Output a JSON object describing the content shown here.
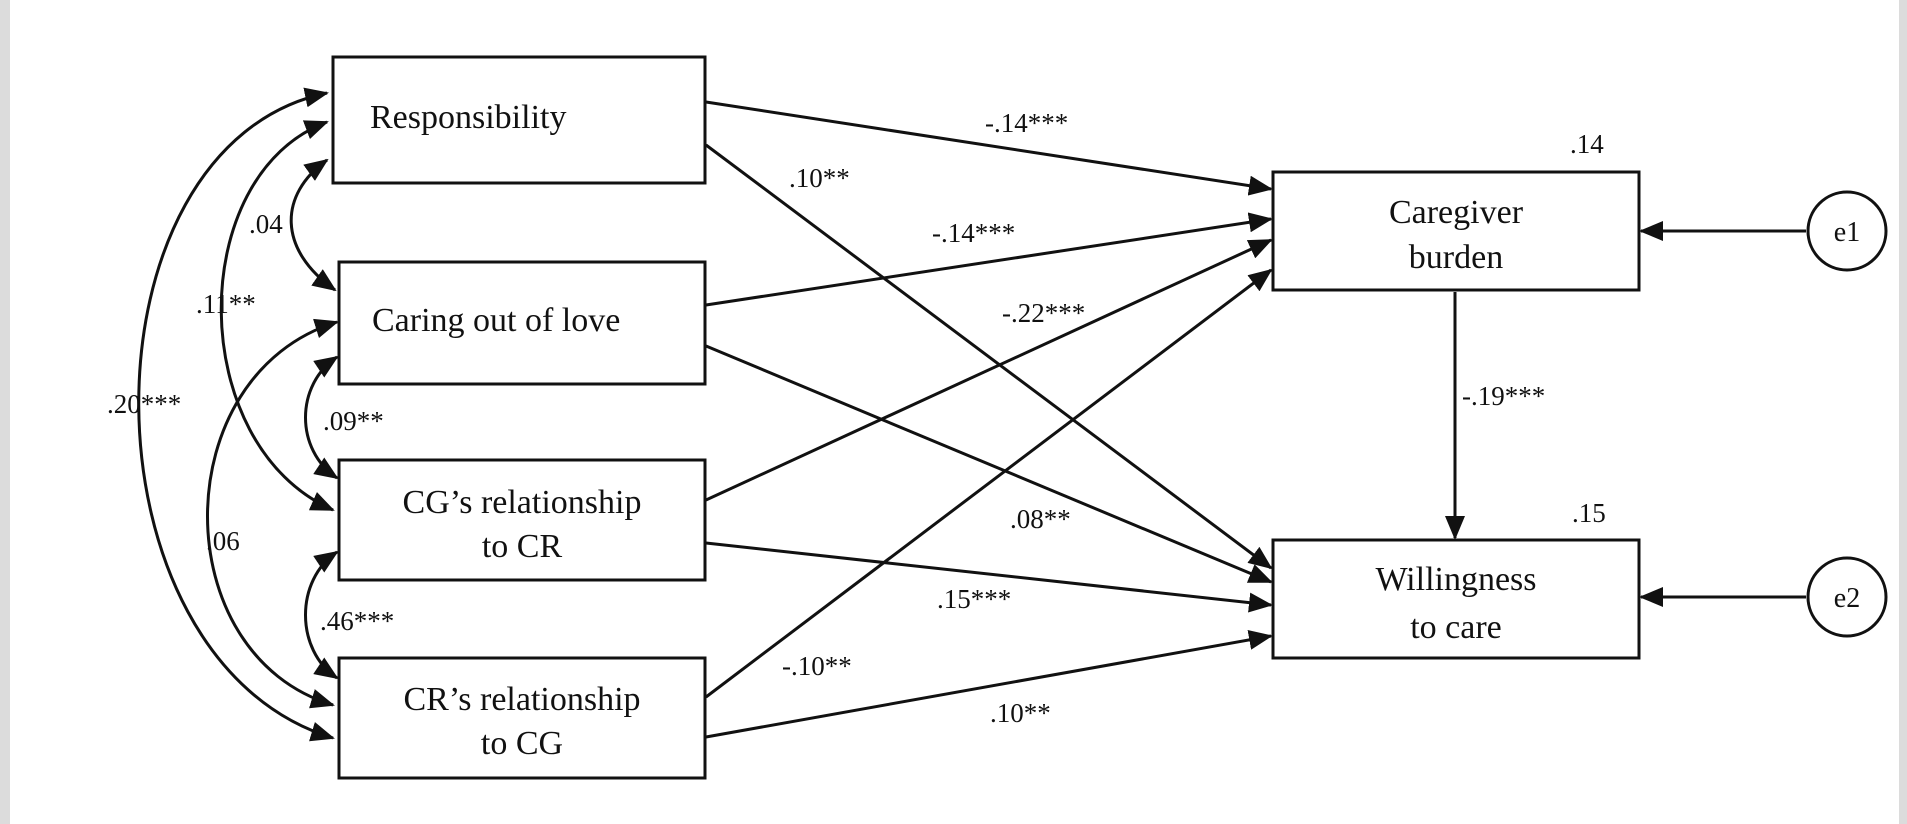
{
  "nodes": {
    "responsibility": [
      "Responsibility"
    ],
    "love": [
      "Caring out of love"
    ],
    "cg_rel": [
      "CG’s relationship",
      "to CR"
    ],
    "cr_rel": [
      "CR’s relationship",
      "to CG"
    ],
    "burden": [
      "Caregiver",
      "burden"
    ],
    "willing": [
      "Willingness",
      "to care"
    ]
  },
  "errors": {
    "e1": "e1",
    "e2": "e2"
  },
  "r_squared": {
    "burden": ".14",
    "willing": ".15"
  },
  "paths": {
    "resp_burden": "-.14***",
    "resp_willing": ".10**",
    "love_burden": "-.14***",
    "cg_burden": "-.22***",
    "love_willing": ".08**",
    "cg_willing": ".15***",
    "cr_burden": "-.10**",
    "cr_willing": ".10**",
    "burden_willing": "-.19***"
  },
  "correlations": {
    "resp_love": ".04",
    "resp_cg": ".11**",
    "resp_cr": ".20***",
    "love_cg": ".09**",
    "love_cr": ".06",
    "cg_cr": ".46***"
  },
  "colors": {
    "stroke": "#111111",
    "background": "#ffffff",
    "frame": "#dcdcdc"
  }
}
